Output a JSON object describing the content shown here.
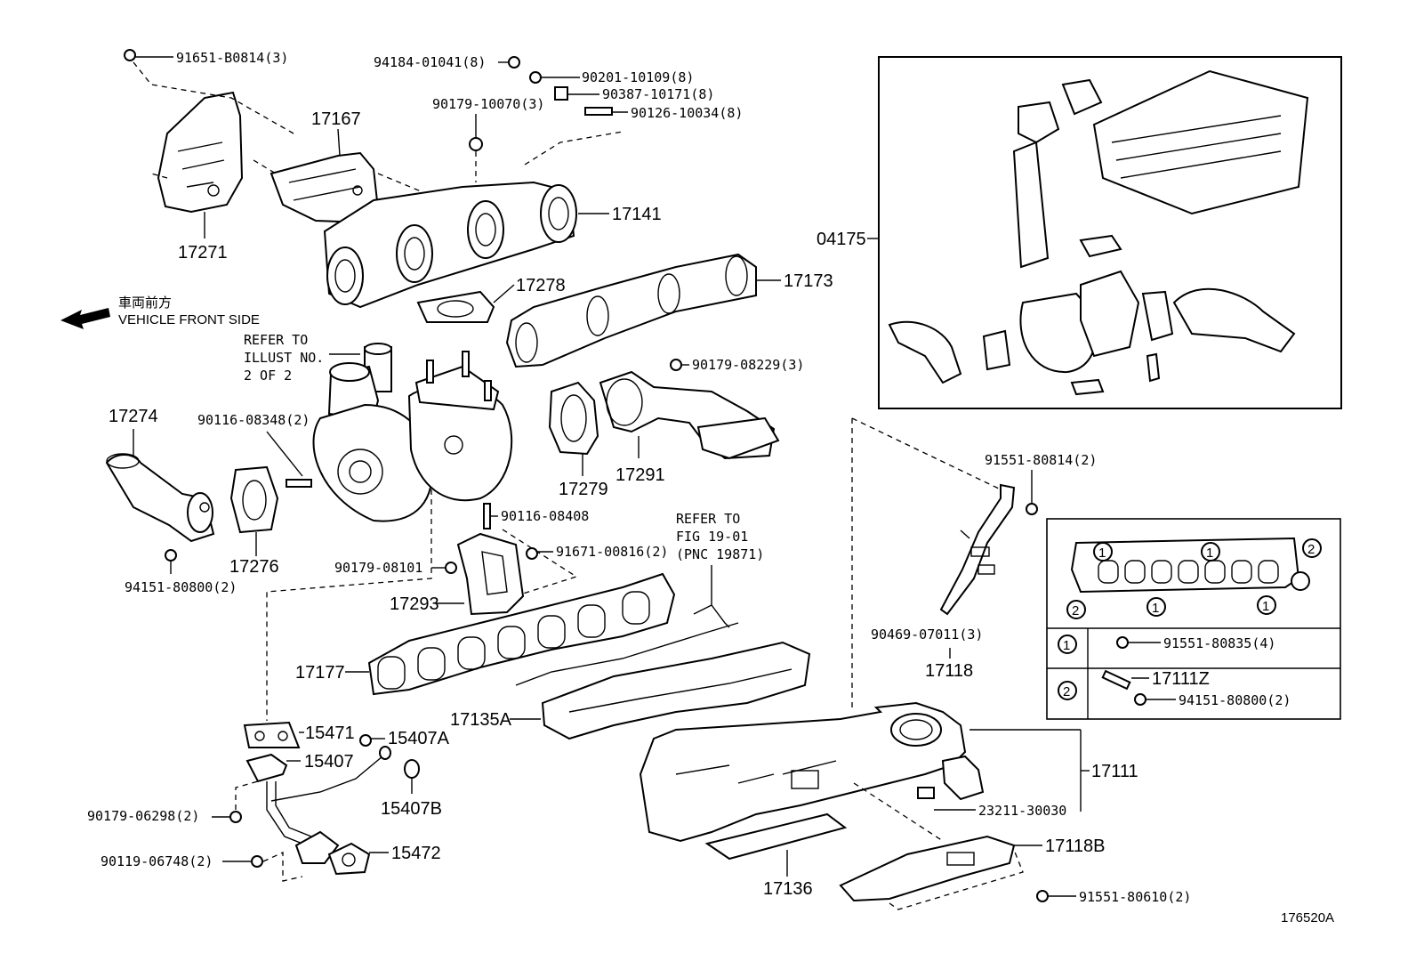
{
  "direction": {
    "jp": "車両前方",
    "en": "VEHICLE FRONT SIDE"
  },
  "refer_illust": [
    "REFER TO",
    "ILLUST NO.",
    "2 OF 2"
  ],
  "refer_fig": [
    "REFER TO",
    "FIG 19-01",
    "(PNC 19871)"
  ],
  "parts": {
    "p91651": "91651-B0814(3)",
    "p94184": "94184-01041(8)",
    "p90201": "90201-10109(8)",
    "p90387": "90387-10171(8)",
    "p90179a": "90179-10070(3)",
    "p90126": "90126-10034(8)",
    "p17167": "17167",
    "p17141": "17141",
    "p17271": "17271",
    "p17278": "17278",
    "p17173": "17173",
    "p90179b": "90179-08229(3)",
    "p17274": "17274",
    "p90116a": "90116-08348(2)",
    "p17279": "17279",
    "p17291": "17291",
    "p17276": "17276",
    "p94151a": "94151-80800(2)",
    "p90116b": "90116-08408",
    "p91671": "91671-00816(2)",
    "p90179c": "90179-08101",
    "p17293": "17293",
    "p17177": "17177",
    "p15471": "15471",
    "p15407A": "15407A",
    "p15407": "15407",
    "p90179d": "90179-06298(2)",
    "p15407B": "15407B",
    "p90119": "90119-06748(2)",
    "p15472": "15472",
    "p17135A": "17135A",
    "p17136": "17136",
    "p04175": "04175",
    "p91551a": "91551-80814(2)",
    "p90469": "90469-07011(3)",
    "p17118": "17118",
    "p17111": "17111",
    "p23211": "23211-30030",
    "p17118B": "17118B",
    "p91551b": "91551-80610(2)"
  },
  "legend": {
    "key1": "1",
    "key2": "2",
    "row1_part": "91551-80835(4)",
    "row2_part_a": "17111Z",
    "row2_part_b": "94151-80800(2)"
  },
  "diagram_id": "176520A"
}
